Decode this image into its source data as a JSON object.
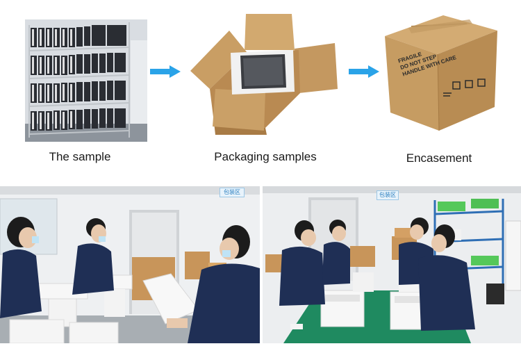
{
  "steps": [
    {
      "caption": "The sample"
    },
    {
      "caption": "Packaging samples"
    },
    {
      "caption": "Encasement"
    }
  ],
  "box_marking": {
    "line1": "FRAGILE",
    "line2": "DO NOT STEP",
    "line3": "HANDLE WITH CARE"
  },
  "workshop_signs": {
    "left": "包装区",
    "right": "包装区"
  },
  "colors": {
    "arrow": "#2aa3e8",
    "cardboard": "#c9a06a",
    "uniform": "#1f2f55",
    "floor": "#1f8a60"
  }
}
